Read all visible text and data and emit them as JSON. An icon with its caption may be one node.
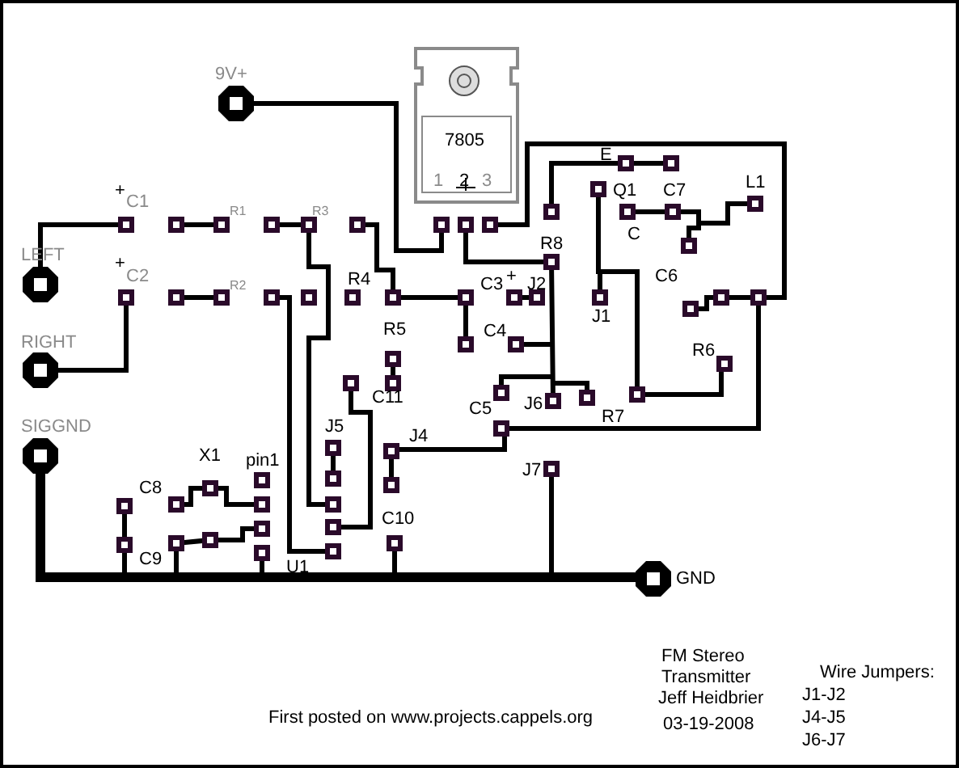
{
  "diagram": {
    "labels": [
      "9V+",
      "7805",
      "1",
      "2",
      "3",
      "E",
      "Q1",
      "C7",
      "L1",
      "+",
      "C1",
      "R1",
      "R3",
      "C",
      "R8",
      "C6",
      "LEFT",
      "+",
      "C2",
      "R2",
      "R4",
      "C3",
      "+",
      "J2",
      "J1",
      "R5",
      "C4",
      "RIGHT",
      "R6",
      "C11",
      "C5",
      "J6",
      "R7",
      "SIGGND",
      "J5",
      "J4",
      "X1",
      "pin1",
      "J7",
      "C8",
      "C10",
      "C9",
      "U1",
      "GND",
      "FM Stereo Transmitter",
      "Jeff Heidbrier",
      "03-19-2008",
      "Wire Jumpers:",
      "J1-J2",
      "J4-J5",
      "J6-J7",
      "First posted on www.projects.cappels.org"
    ]
  }
}
